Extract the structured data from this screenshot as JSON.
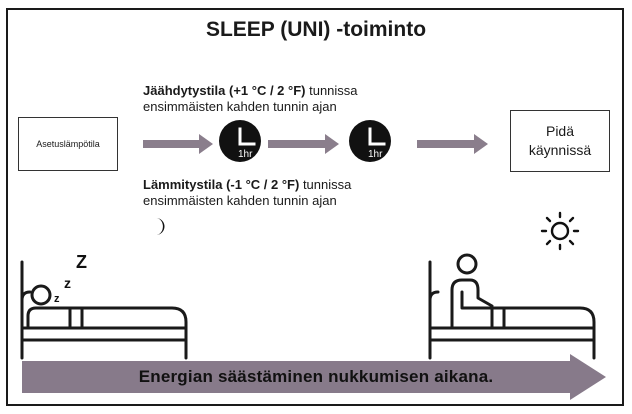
{
  "title": "SLEEP (UNI) -toiminto",
  "setpoint_label": "Asetuslämpötila",
  "keep_running_label": "Pidä käynnissä",
  "cooling": {
    "mode_label": "Jäähdytystila (+1 °C / 2 °F)",
    "suffix": " tunnissa",
    "line2": "ensimmäisten kahden tunnin ajan"
  },
  "heating": {
    "mode_label": "Lämmitystila (-1 °C / 2 °F)",
    "suffix": " tunnissa",
    "line2": "ensimmäisten kahden tunnin ajan"
  },
  "clock_label": "1hr",
  "sleep_letters": [
    "z",
    "z",
    "Z"
  ],
  "banner_label": "Energian säästäminen nukkumisen aikana.",
  "icons": [
    "moon-icon",
    "sun-icon",
    "sleeping-person-icon",
    "awake-person-icon",
    "clock-icon"
  ],
  "colors": {
    "arrow": "#8a7e8c",
    "banner": "#877a8a",
    "clock": "#111111",
    "line": "#1a1a1a"
  }
}
